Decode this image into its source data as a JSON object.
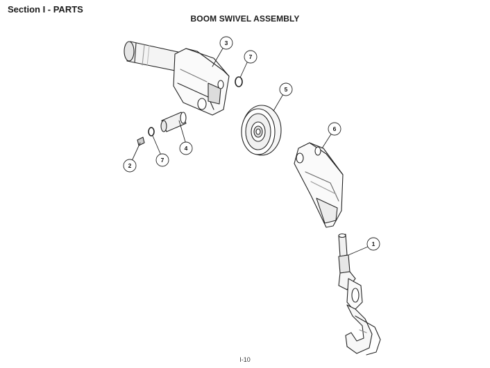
{
  "header": {
    "section": "Section I - PARTS",
    "title": "BOOM SWIVEL ASSEMBLY"
  },
  "callouts": [
    {
      "id": "callout-3",
      "label": "3",
      "part": "swivel-housing"
    },
    {
      "id": "callout-7a",
      "label": "7",
      "part": "retaining-ring-upper"
    },
    {
      "id": "callout-5",
      "label": "5",
      "part": "sheave-pulley"
    },
    {
      "id": "callout-6",
      "label": "6",
      "part": "swivel-bracket"
    },
    {
      "id": "callout-4",
      "label": "4",
      "part": "pin"
    },
    {
      "id": "callout-7b",
      "label": "7",
      "part": "retaining-ring-lower"
    },
    {
      "id": "callout-2",
      "label": "2",
      "part": "grease-fitting"
    },
    {
      "id": "callout-1",
      "label": "1",
      "part": "hook-assembly"
    }
  ],
  "footer": {
    "page": "I-10"
  }
}
